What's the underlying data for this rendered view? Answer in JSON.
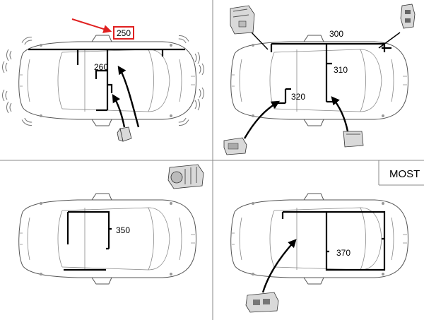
{
  "callouts": {
    "c250": "250",
    "c260": "260",
    "c300": "300",
    "c310": "310",
    "c320": "320",
    "c350": "350",
    "c370": "370"
  },
  "panel_badge": "MOST",
  "colors": {
    "highlight": "#e02020",
    "wire": "#000000",
    "car_outline": "#555555",
    "grid": "#888888"
  },
  "icons": [
    "sensor-wave-icon",
    "seat-icon",
    "control-module-icon",
    "connector-module-icon",
    "transmission-icon",
    "switch-unit-icon"
  ]
}
